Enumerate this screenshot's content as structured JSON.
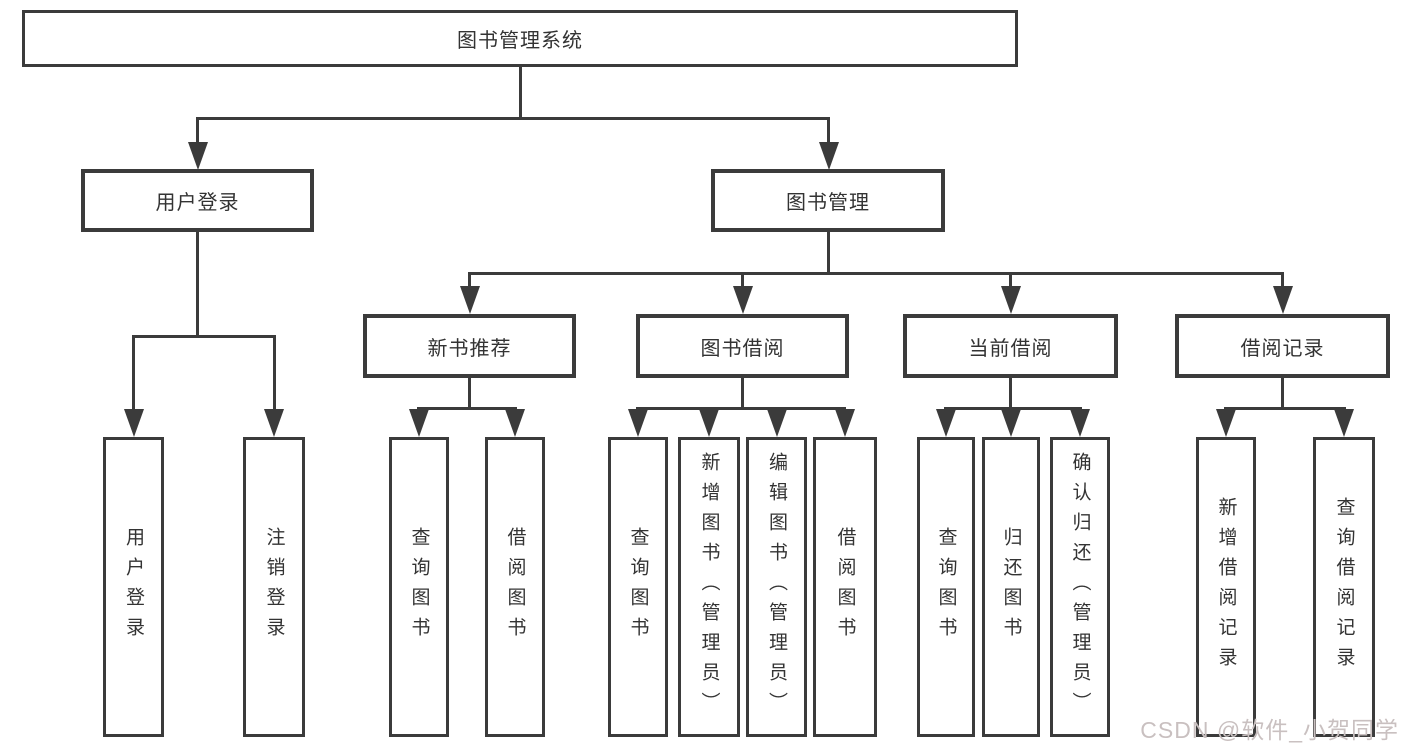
{
  "tree": {
    "label": "图书管理系统",
    "children": [
      {
        "label": "用户登录",
        "children": [
          {
            "label": "用户登录"
          },
          {
            "label": "注销登录"
          }
        ]
      },
      {
        "label": "图书管理",
        "children": [
          {
            "label": "新书推荐",
            "children": [
              {
                "label": "查询图书"
              },
              {
                "label": "借阅图书"
              }
            ]
          },
          {
            "label": "图书借阅",
            "children": [
              {
                "label": "查询图书"
              },
              {
                "label": "新增图书（管理员）"
              },
              {
                "label": "编辑图书（管理员）"
              },
              {
                "label": "借阅图书"
              }
            ]
          },
          {
            "label": "当前借阅",
            "children": [
              {
                "label": "查询图书"
              },
              {
                "label": "归还图书"
              },
              {
                "label": "确认归还（管理员）"
              }
            ]
          },
          {
            "label": "借阅记录",
            "children": [
              {
                "label": "新增借阅记录"
              },
              {
                "label": "查询借阅记录"
              }
            ]
          }
        ]
      }
    ]
  },
  "watermark": {
    "text": "CSDN @软件_小贺同学"
  },
  "colors": {
    "line": "#3b3b3b",
    "text": "#333333",
    "background": "#ffffff",
    "watermark": "#c9c0c0"
  }
}
